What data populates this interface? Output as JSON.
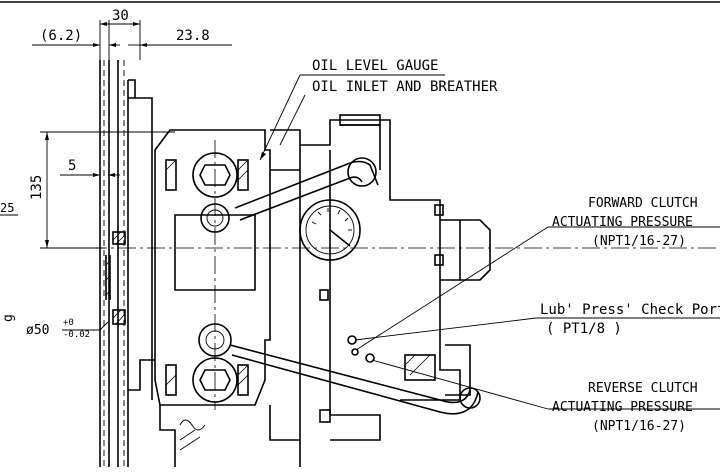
{
  "drawing": {
    "dimensions": {
      "d_6_2": "(6.2)",
      "d_30": "30",
      "d_23_8": "23.8",
      "d_135": "135",
      "d_5": "5",
      "d_25": "25",
      "d_phi50_main": "ø50",
      "d_phi50_tol_upper": "+0",
      "d_phi50_tol_lower": "-0.02",
      "d_left_fragment": "g"
    },
    "labels": {
      "oil_level_gauge": "OIL LEVEL GAUGE",
      "oil_inlet_breather": "OIL INLET AND BREATHER",
      "forward_line1": "FORWARD CLUTCH",
      "forward_line2": "ACTUATING PRESSURE",
      "forward_line3": "(NPT1/16-27)",
      "lub_line1": "Lub' Press' Check Port",
      "lub_line2": "( PT1/8 )",
      "reverse_line1": "REVERSE CLUTCH",
      "reverse_line2": "ACTUATING PRESSURE",
      "reverse_line3": "(NPT1/16-27)"
    }
  }
}
